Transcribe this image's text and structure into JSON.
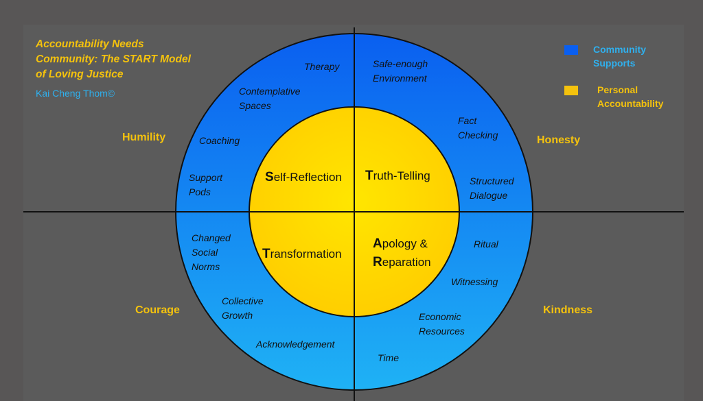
{
  "title": "Accountability Needs Community: The START Model of Loving Justice",
  "author": "Kai Cheng Thom©",
  "colors": {
    "background": "#585656",
    "panel": "#5b5b5b",
    "ring_top": "#0a5ff0",
    "ring_bottom": "#1fb2f5",
    "core_top": "#ffcc00",
    "core_bottom": "#ffe600",
    "text_gold": "#f4c20d",
    "text_blue": "#2fb0ee"
  },
  "legend": [
    {
      "label": "Community Supports",
      "color": "#0a5ff0",
      "text_color": "#2fb0ee"
    },
    {
      "label": "Personal Accountability",
      "color": "#f4c20d",
      "text_color": "#f4c20d"
    }
  ],
  "virtues": {
    "humility": "Humility",
    "honesty": "Honesty",
    "courage": "Courage",
    "kindness": "Kindness"
  },
  "quadrants": {
    "self_reflection": {
      "initial": "S",
      "rest": "elf-Reflection"
    },
    "truth_telling": {
      "initial": "T",
      "rest": "ruth-Telling"
    },
    "transformation": {
      "initial": "T",
      "rest": "ransformation"
    },
    "apology_line1": {
      "initial": "A",
      "rest": "pology &"
    },
    "apology_line2": {
      "initial": "R",
      "rest": "eparation"
    }
  },
  "supports": {
    "therapy": "Therapy",
    "contemplative_spaces": "Contemplative Spaces",
    "coaching": "Coaching",
    "support_pods": "Support Pods",
    "safe_enough": "Safe-enough Environment",
    "fact_checking": "Fact Checking",
    "structured_dialogue": "Structured Dialogue",
    "changed_norms": "Changed Social Norms",
    "collective_growth": "Collective Growth",
    "acknowledgement": "Acknowledgement",
    "ritual": "Ritual",
    "witnessing": "Witnessing",
    "economic_resources": "Economic Resources",
    "time": "Time"
  }
}
